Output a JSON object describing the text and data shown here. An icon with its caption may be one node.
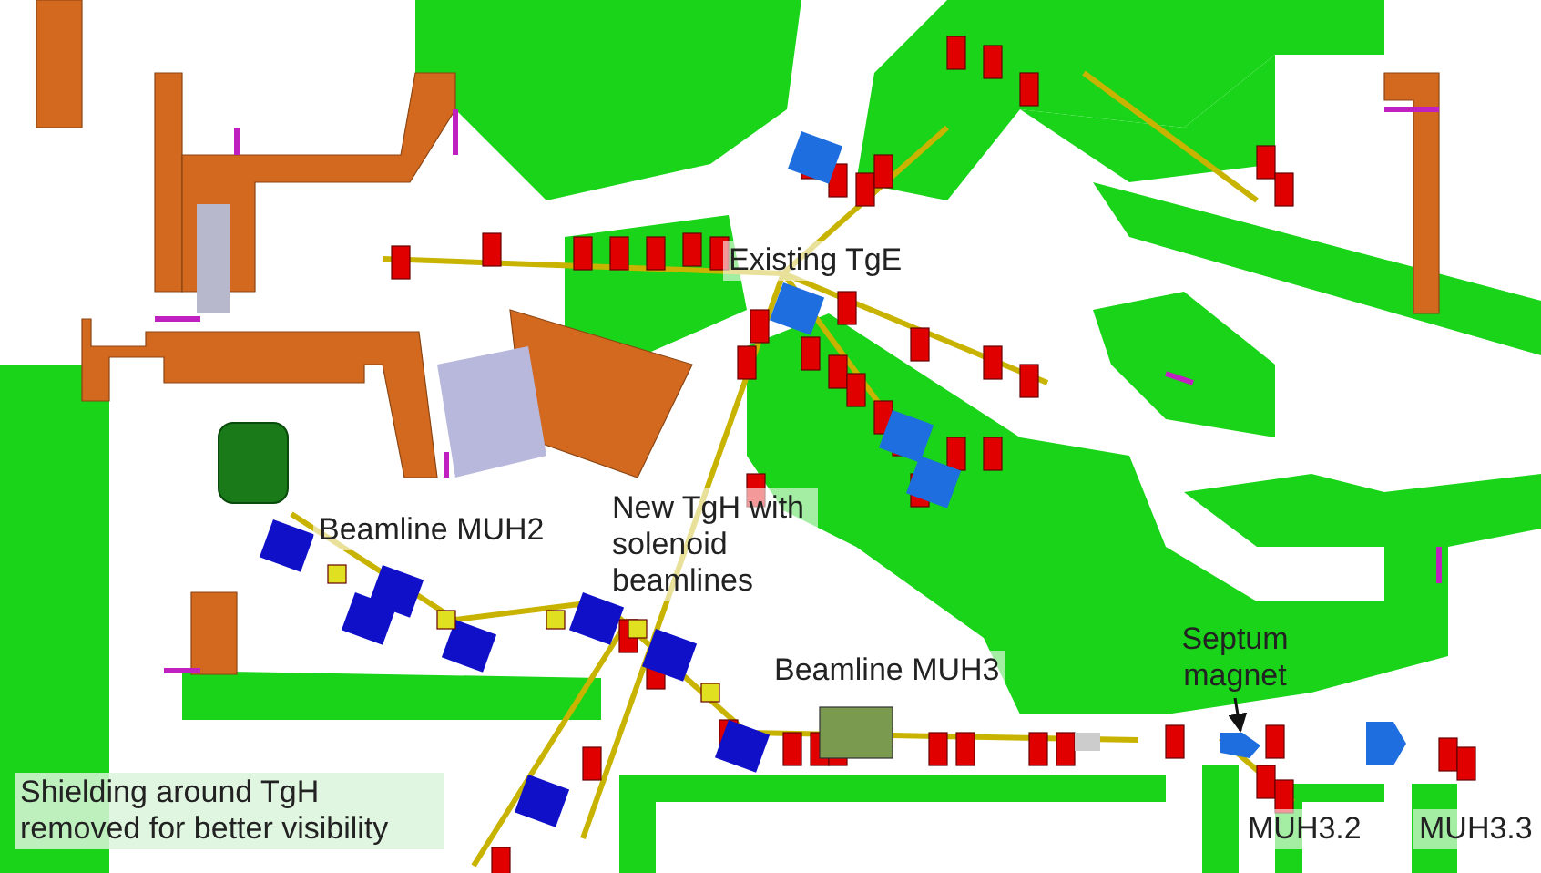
{
  "diagram": {
    "nodes": [
      {
        "text": [
          "Septum magnet"
        ]
      },
      {
        "text": [],
        "shape": "box"
      }
    ],
    "edges": [
      {
        "from": 0,
        "to": 1,
        "arrow": "to"
      }
    ],
    "labels": [
      "Existing TgE",
      "Beamline MUH2",
      "New TgH with solenoid beamlines",
      "Beamline MUH3",
      "MUH3.2",
      "MUH3.3",
      "Shielding around TgH removed for better visibility"
    ]
  }
}
